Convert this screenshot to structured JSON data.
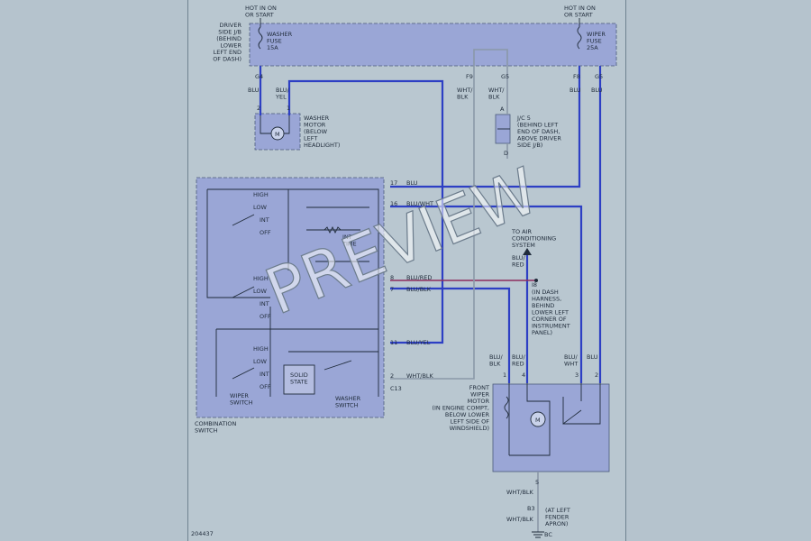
{
  "watermark": "PREVIEW",
  "diagram_id": "204437",
  "fuse_box": {
    "left_label": "HOT IN ON\nOR START",
    "right_label": "HOT IN ON\nOR START",
    "jb_label": "DRIVER\nSIDE J/B\n(BEHIND\nLOWER\nLEFT END\nOF DASH)",
    "washer_fuse": "WASHER\nFUSE\n15A",
    "wiper_fuse": "WIPER\nFUSE\n25A"
  },
  "pins_top": [
    "G4",
    "F9",
    "G5",
    "F8",
    "G5"
  ],
  "wire_labels_top": [
    "BLU",
    "BLU/\nYEL",
    "WHT/\nBLK",
    "WHT/\nBLK",
    "BLU",
    "BLU"
  ],
  "washer_motor": {
    "pins": [
      "2",
      "1"
    ],
    "label": "WASHER\nMOTOR\n(BELOW\nLEFT\nHEADLIGHT)",
    "symbol": "M"
  },
  "jc5": {
    "pin_top": "A",
    "pin_bottom": "D",
    "label": "J/C 5\n(BEHIND LEFT\nEND OF DASH,\nABOVE DRIVER\nSIDE J/B)"
  },
  "combination_switch": {
    "label": "COMBINATION\nSWITCH",
    "connector": "C13",
    "positions_top": [
      "HIGH",
      "LOW",
      "INT",
      "OFF"
    ],
    "positions_mid": [
      "HIGH",
      "LOW",
      "INT",
      "OFF"
    ],
    "positions_bot": [
      "HIGH",
      "LOW",
      "INT",
      "OFF"
    ],
    "int_time": "INT\nTIME",
    "solid_state": "SOLID\nSTATE",
    "wiper_switch": "WIPER\nSWITCH",
    "washer_switch": "WASHER\nSWITCH"
  },
  "connector_pins": [
    {
      "pin": "17",
      "wire": "BLU"
    },
    {
      "pin": "16",
      "wire": "BLU/WHT"
    },
    {
      "pin": "8",
      "wire": "BLU/RED"
    },
    {
      "pin": "7",
      "wire": "BLU/BLK"
    },
    {
      "pin": "11",
      "wire": "BLU/YEL"
    },
    {
      "pin": "2",
      "wire": "WHT/BLK"
    }
  ],
  "ac_system": "TO AIR\nCONDITIONING\nSYSTEM",
  "splice": {
    "id": "I8",
    "label": "(IN DASH\nHARNESS,\nBEHIND\nLOWER LEFT\nCORNER OF\nINSTRUMENT\nPANEL)",
    "wire": "BLU/\nRED"
  },
  "front_wiper_motor": {
    "label": "FRONT\nWIPER\nMOTOR\n(IN ENGINE COMPT,\nBELOW LOWER\nLEFT SIDE OF\nWINDSHIELD)",
    "pins": [
      "1",
      "4",
      "3",
      "2"
    ],
    "wires": [
      "BLU/\nBLK",
      "BLU/\nRED",
      "BLU/\nWHT",
      "BLU"
    ],
    "ground_pin": "5",
    "symbol": "M"
  },
  "ground": {
    "wire": "WHT/BLK",
    "wire2": "WHT/BLK",
    "id": "B3",
    "label": "(AT LEFT\nFENDER\nAPRON)",
    "ref": "BC"
  }
}
